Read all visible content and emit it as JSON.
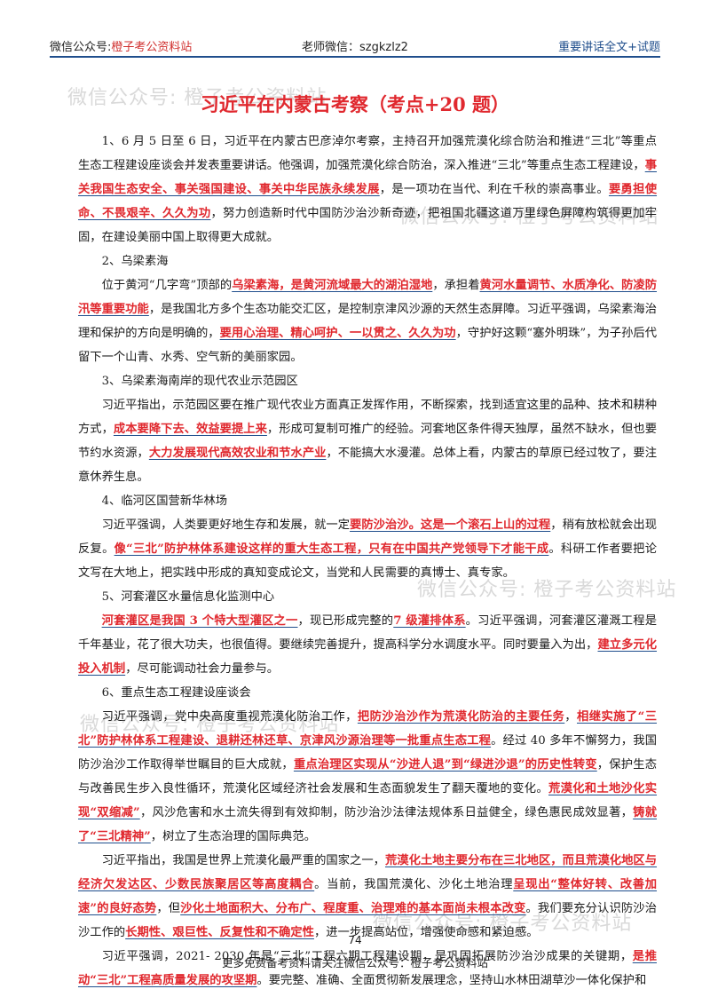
{
  "header": {
    "left_label": "微信公众号:",
    "left_brand": "橙子考公资料站",
    "middle": "老师微信：szgkzlz2",
    "right": "重要讲话全文+试题"
  },
  "watermarks": [
    "微信公众号: 橙子考公资料站",
    "微信公众号: 橙子考公资料站",
    "微信公众号: 橙子考公资料站",
    "微信公众号: 橙子考公资料站",
    "微信公众号: 橙子考公资料站"
  ],
  "title": "习近平在内蒙古考察（考点+20 题）",
  "paragraphs": [
    {
      "cls": "",
      "segs": [
        {
          "t": "1、6 月 5 日至 6 日，习近平在内蒙古巴彦淖尔考察，主持召开加强荒漠化综合防治和推进“三北”等重点生态工程建设座谈会并发表重要讲话。他强调，加强荒漠化综合防治，深入推进“三北”等重点生态工程建设，"
        },
        {
          "t": "事关我国生态安全、事关强国建设、事关中华民族永续发展",
          "h": true
        },
        {
          "t": "，是一项功在当代、利在千秋的崇高事业。"
        },
        {
          "t": "要勇担使命、不畏艰辛、久久为功",
          "h": true
        },
        {
          "t": "，努力创造新时代中国防沙治沙新奇迹，把祖国北疆这道万里绿色屏障构筑得更加牢固，在建设美丽中国上取得更大成就。"
        }
      ]
    },
    {
      "cls": "sec",
      "segs": [
        {
          "t": "2、乌梁素海"
        }
      ]
    },
    {
      "cls": "",
      "segs": [
        {
          "t": "位于黄河“几字弯”顶部的"
        },
        {
          "t": "乌梁素海，是黄河流域最大的湖泊湿地",
          "h": true
        },
        {
          "t": "，承担着"
        },
        {
          "t": "黄河水量调节、水质净化、防凌防汛等重要功能",
          "h": true
        },
        {
          "t": "，是我国北方多个生态功能交汇区，是控制京津风沙源的天然生态屏障。习近平强调，乌梁素海治理和保护的方向是明确的，"
        },
        {
          "t": "要用心治理、精心呵护、一以贯之、久久为功",
          "h": true
        },
        {
          "t": "，守护好这颗“塞外明珠”，为子孙后代留下一个山青、水秀、空气新的美丽家园。"
        }
      ]
    },
    {
      "cls": "sec",
      "segs": [
        {
          "t": "3、乌梁素海南岸的现代农业示范园区"
        }
      ]
    },
    {
      "cls": "",
      "segs": [
        {
          "t": "习近平指出，示范园区要在推广现代农业方面真正发挥作用，不断探索，找到适宜这里的品种、技术和耕种方式，"
        },
        {
          "t": "成本要降下去、效益要提上来",
          "h": true
        },
        {
          "t": "，形成可复制可推广的经验。河套地区条件得天独厚，虽然不缺水，但也要节约水资源，"
        },
        {
          "t": "大力发展现代高效农业和节水产业",
          "h": true
        },
        {
          "t": "，不能搞大水漫灌。总体上看，内蒙古的草原已经过牧了，要注意休养生息。"
        }
      ]
    },
    {
      "cls": "sec",
      "segs": [
        {
          "t": "4、临河区国营新华林场"
        }
      ]
    },
    {
      "cls": "",
      "segs": [
        {
          "t": "习近平强调，人类要更好地生存和发展，就一定"
        },
        {
          "t": "要防沙治沙。这是一个滚石上山的过程",
          "h": true
        },
        {
          "t": "，稍有放松就会出现反复。"
        },
        {
          "t": "像“三北”防护林体系建设这样的重大生态工程，只有在中国共产党领导下才能干成",
          "h": true
        },
        {
          "t": "。科研工作者要把论文写在大地上，把实践中形成的真知变成论文，当党和人民需要的真博士、真专家。"
        }
      ]
    },
    {
      "cls": "sec",
      "segs": [
        {
          "t": "5、河套灌区水量信息化监测中心"
        }
      ]
    },
    {
      "cls": "",
      "segs": [
        {
          "t": "河套灌区是我国 3 个特大型灌区之一",
          "h": true
        },
        {
          "t": "，现已形成完整的"
        },
        {
          "t": "7 级灌排体系",
          "h": true
        },
        {
          "t": "。习近平强调，河套灌区灌溉工程是千年基业，花了很大功夫，也很值得。要继续完善提升，提高科学分水调度水平。同时要量入为出，"
        },
        {
          "t": "建立多元化投入机制",
          "h": true
        },
        {
          "t": "，尽可能调动社会力量参与。"
        }
      ]
    },
    {
      "cls": "sec",
      "segs": [
        {
          "t": "6、重点生态工程建设座谈会"
        }
      ]
    },
    {
      "cls": "",
      "segs": [
        {
          "t": "习近平强调，党中央高度重视荒漠化防治工作，"
        },
        {
          "t": "把防沙治沙作为荒漠化防治的主要任务",
          "h": true
        },
        {
          "t": "，"
        },
        {
          "t": "相继实施了“三北”防护林体系工程建设、退耕还林还草、京津风沙源治理等一批重点生态工程",
          "h": true
        },
        {
          "t": "。经过 40 多年不懈努力，我国防沙治沙工作取得举世瞩目的巨大成就，"
        },
        {
          "t": "重点治理区实现从“沙进人退”到“绿进沙退”的历史性转变",
          "h": true
        },
        {
          "t": "，保护生态与改善民生步入良性循环，荒漠化区域经济社会发展和生态面貌发生了翻天覆地的变化。"
        },
        {
          "t": "荒漠化和土地沙化实现“双缩减”",
          "h": true
        },
        {
          "t": "，风沙危害和水土流失得到有效抑制，防沙治沙法律法规体系日益健全，绿色惠民成效显著，"
        },
        {
          "t": "铸就了“三北精神”",
          "h": true
        },
        {
          "t": "，树立了生态治理的国际典范。"
        }
      ]
    },
    {
      "cls": "",
      "segs": [
        {
          "t": "习近平指出，我国是世界上荒漠化最严重的国家之一，"
        },
        {
          "t": "荒漠化土地主要分布在三北地区，而且荒漠化地区与经济欠发达区、少数民族聚居区等高度耦合",
          "h": true
        },
        {
          "t": "。当前，我国荒漠化、沙化土地治理"
        },
        {
          "t": "呈现出“整体好转、改善加速”的良好态势",
          "h": true
        },
        {
          "t": "，但"
        },
        {
          "t": "沙化土地面积大、分布广、程度重、治理难的基本面尚未根本改变",
          "h": true
        },
        {
          "t": "。我们要充分认识防沙治沙工作的"
        },
        {
          "t": "长期性、艰巨性、反复性和不确定性",
          "h": true
        },
        {
          "t": "，进一步提高站位，增强使命感和紧迫感。"
        }
      ]
    },
    {
      "cls": "",
      "segs": [
        {
          "t": "习近平强调，2021- 2030 年是“三北”工程六期工程建设期，是巩固拓展防沙治沙成果的关键期，"
        },
        {
          "t": "是推动“三北”工程高质量发展的攻坚期",
          "h": true
        },
        {
          "t": "。要完整、准确、全面贯彻新发展理念，坚持山水林田湖草沙一体化保护和"
        }
      ]
    }
  ],
  "page_number": "74",
  "footer": "更多免费备考资料请关注微信公众号：橙子考公资料站"
}
